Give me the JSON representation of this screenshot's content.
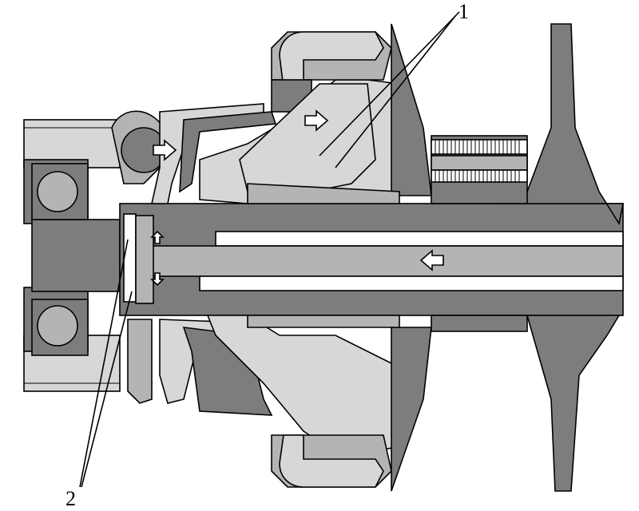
{
  "diagram": {
    "callouts": [
      {
        "id": "1",
        "label": "1"
      },
      {
        "id": "2",
        "label": "2"
      }
    ],
    "colors": {
      "background": "#ffffff",
      "light_fill": "#d7d7d7",
      "mid_fill": "#b4b4b4",
      "dark_fill": "#7d7d7d",
      "outline": "#000000",
      "arrow_fill": "#ffffff"
    }
  }
}
